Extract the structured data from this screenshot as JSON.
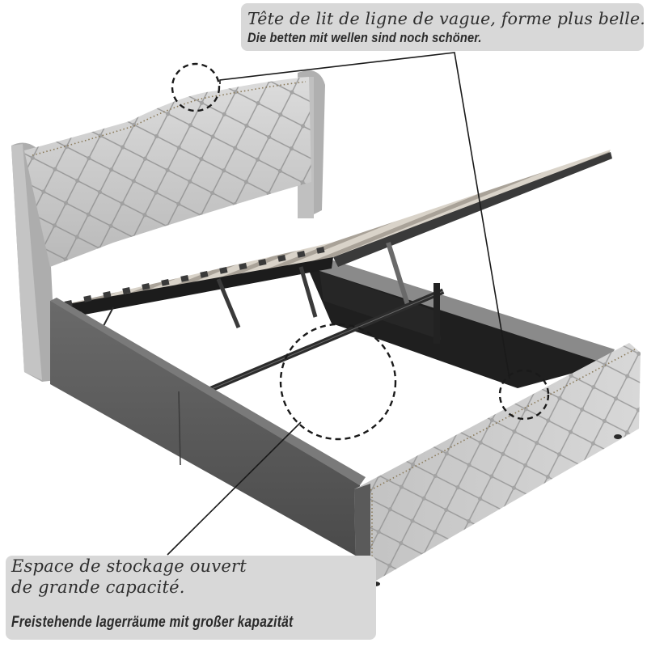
{
  "image": {
    "subject": "Upholstered wingback bed frame with hydraulic lift-up storage slat base",
    "colors": {
      "upholstery_light": "#c9c9c9",
      "upholstery_dark": "#5a5a5a",
      "storage_interior": "#1e1e1e",
      "slats": "#cfc8bd",
      "label_background": "#d8d8d8",
      "label_text": "#2e2e2e",
      "leader_line": "#1a1a1a"
    }
  },
  "callouts": {
    "headboard": {
      "text_fr": "Tête de lit de ligne de vague, forme plus belle.",
      "text_de": "Die betten mit wellen sind noch schöner.",
      "highlight_circles": 2
    },
    "storage": {
      "text_fr_line1": "Espace de stockage ouvert",
      "text_fr_line2": "de grande capacité.",
      "text_de": "Freistehende lagerräume mit großer kapazität",
      "highlight_circles": 1
    }
  }
}
